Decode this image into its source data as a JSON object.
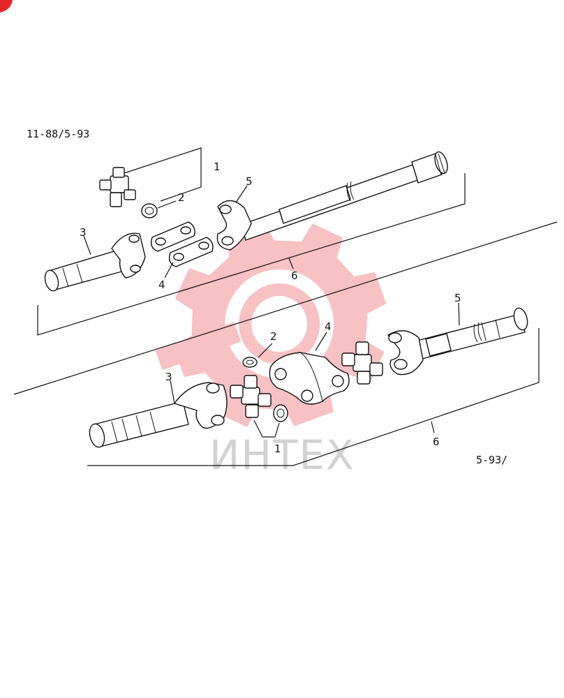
{
  "header": {
    "date_range": "11-88/5-93"
  },
  "footer": {
    "date_range": "5-93/"
  },
  "watermark": {
    "text": "ИНТЕХ",
    "color": "#e8232a"
  },
  "upper_assembly": {
    "callouts": [
      {
        "id": "1",
        "part": "universal joint cross"
      },
      {
        "id": "2",
        "part": "snap ring"
      },
      {
        "id": "3",
        "part": "inner yoke shaft"
      },
      {
        "id": "4",
        "part": "coupling plate"
      },
      {
        "id": "5",
        "part": "outer yoke shaft"
      },
      {
        "id": "6",
        "part": "axle shaft assembly"
      }
    ]
  },
  "lower_assembly": {
    "callouts": [
      {
        "id": "1",
        "part": "universal joint crosses"
      },
      {
        "id": "2",
        "part": "snap ring"
      },
      {
        "id": "3",
        "part": "inner yoke shaft"
      },
      {
        "id": "4",
        "part": "centering yoke"
      },
      {
        "id": "5",
        "part": "outer yoke shaft"
      },
      {
        "id": "6",
        "part": "axle shaft assembly"
      }
    ]
  }
}
